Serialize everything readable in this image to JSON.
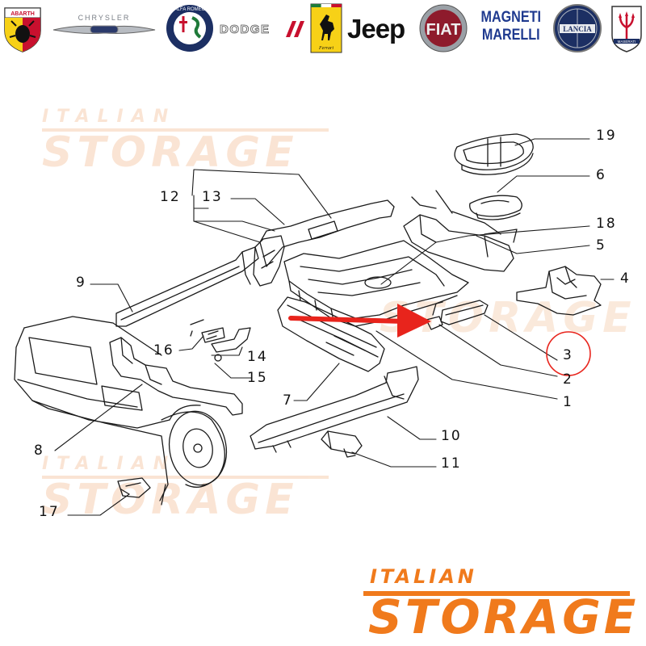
{
  "brands": [
    {
      "name": "ABARTH",
      "icon": "abarth-scorpion-shield-icon"
    },
    {
      "name": "CHRYSLER",
      "icon": "chrysler-wings-icon"
    },
    {
      "name": "ALFA ROMEO",
      "icon": "alfa-romeo-roundel-icon"
    },
    {
      "name": "DODGE",
      "icon": "dodge-stripes-icon"
    },
    {
      "name": "Ferrari",
      "icon": "ferrari-prancing-horse-icon"
    },
    {
      "name": "Jeep",
      "icon": "jeep-wordmark-icon"
    },
    {
      "name": "FIAT",
      "icon": "fiat-badge-icon"
    },
    {
      "name": "MAGNETI MARELLI",
      "icon": "magneti-marelli-wordmark-icon"
    },
    {
      "name": "LANCIA",
      "icon": "lancia-badge-icon"
    },
    {
      "name": "MASERATI",
      "icon": "maserati-trident-icon"
    }
  ],
  "watermark": {
    "line1": "ITALIAN",
    "line2": "STORAGE"
  },
  "footer_logo": {
    "line1": "ITALIAN",
    "line2": "STORAGE"
  },
  "colors": {
    "accent": "#f07a1c",
    "watermark": "#f6cfb1",
    "highlight_arrow": "#e8241c",
    "line_art": "#1a1a1a"
  },
  "callouts": [
    "19",
    "6",
    "18",
    "5",
    "4",
    "3",
    "2",
    "1",
    "12",
    "13",
    "9",
    "16",
    "14",
    "15",
    "7",
    "8",
    "10",
    "11",
    "17"
  ],
  "highlighted_part": "3"
}
